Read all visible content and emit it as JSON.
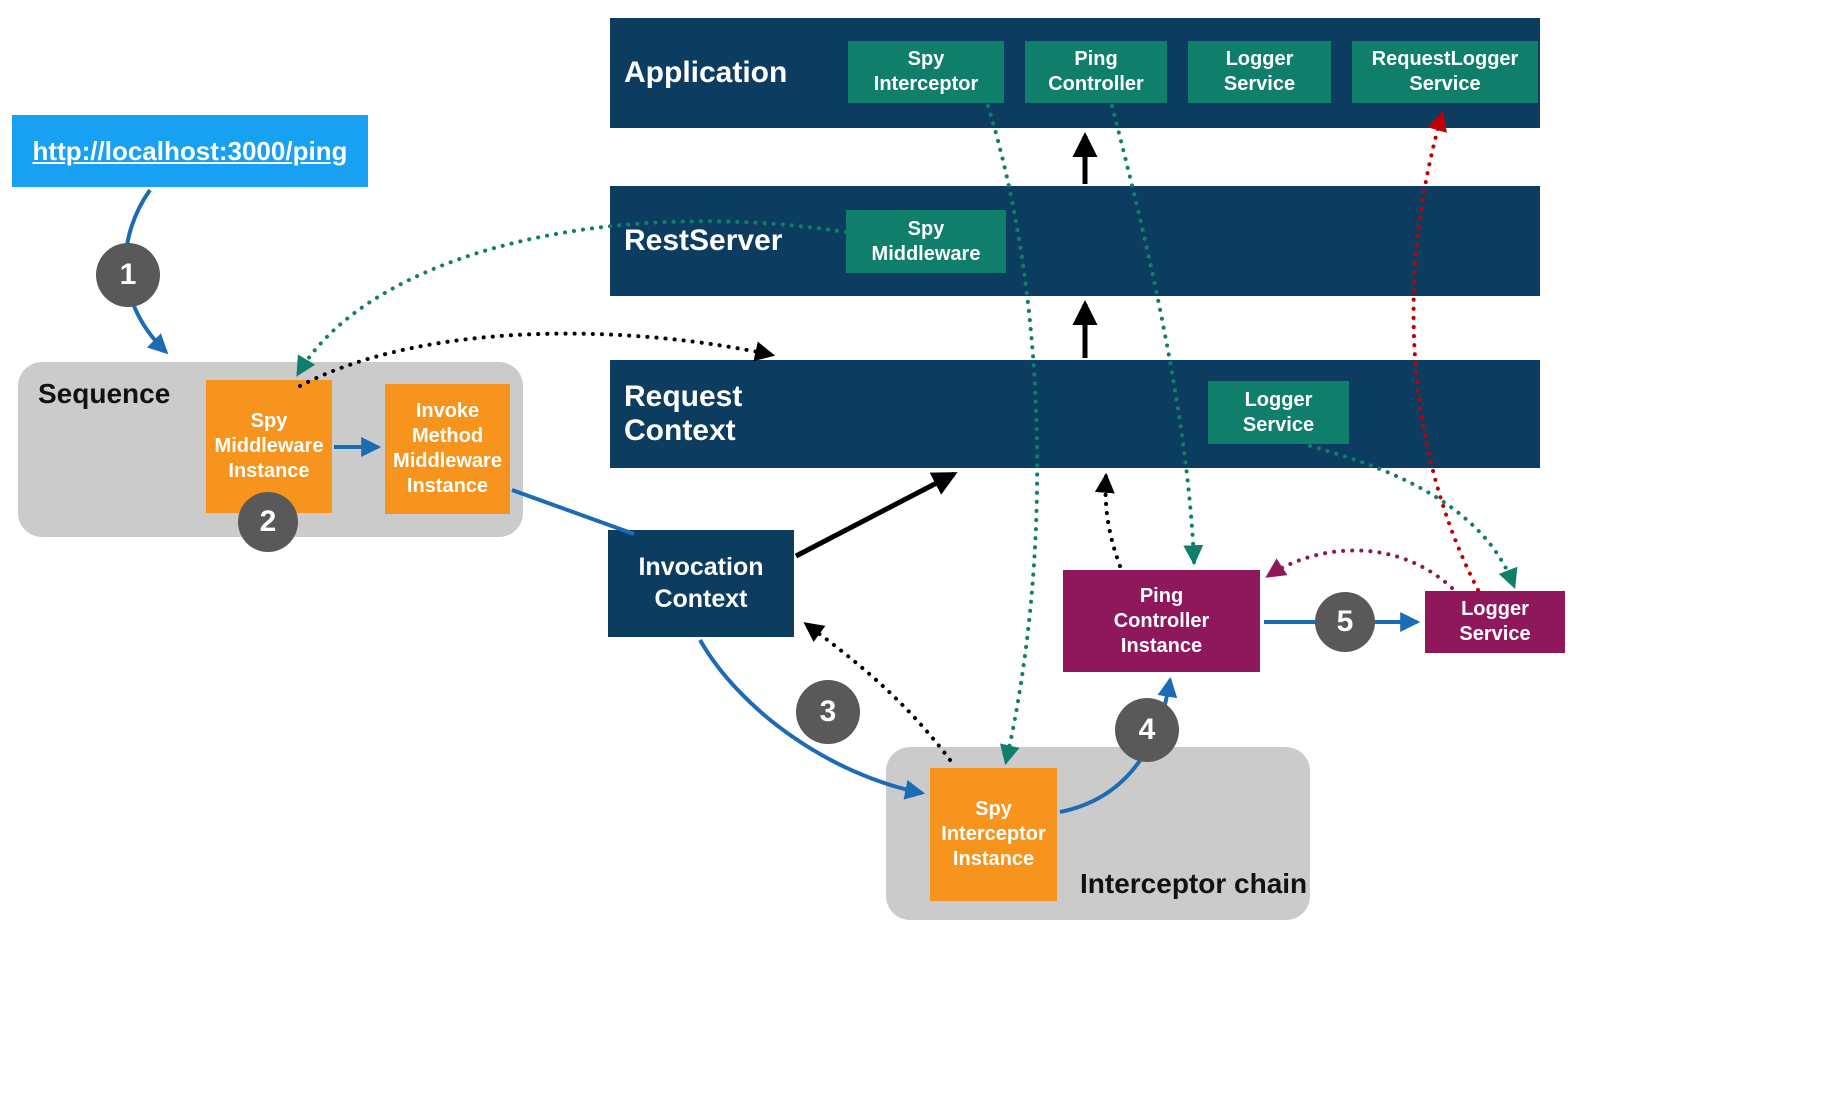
{
  "url_box": {
    "label": "http://localhost:3000/ping"
  },
  "steps": {
    "s1": "1",
    "s2": "2",
    "s3": "3",
    "s4": "4",
    "s5": "5"
  },
  "layers": {
    "application": {
      "label": "Application",
      "services": {
        "spy_interceptor": "Spy\nInterceptor",
        "ping_controller": "Ping\nController",
        "logger_service": "Logger\nService",
        "request_logger_service": "RequestLogger\nService"
      }
    },
    "rest_server": {
      "label": "RestServer",
      "services": {
        "spy_middleware": "Spy\nMiddleware"
      }
    },
    "request_context": {
      "label": "Request\nContext",
      "services": {
        "logger_service": "Logger\nService"
      }
    }
  },
  "sequence": {
    "label": "Sequence",
    "spy_middleware_instance": "Spy\nMiddleware\nInstance",
    "invoke_method_middleware_instance": "Invoke\nMethod\nMiddleware\nInstance"
  },
  "invocation_context": {
    "label": "Invocation\nContext"
  },
  "interceptor_chain": {
    "label": "Interceptor chain",
    "spy_interceptor_instance": "Spy\nInterceptor\nInstance"
  },
  "ping_controller_instance": {
    "label": "Ping\nController\nInstance"
  },
  "logger_service_instance": {
    "label": "Logger\nService"
  },
  "colors": {
    "navy": "#0d3c61",
    "teal": "#0f7f6c",
    "orange": "#f7941d",
    "maroon": "#8f175c",
    "gray_panel": "#cbcbcb",
    "step_circle": "#595959",
    "link_blue": "#18a1f3",
    "arrow_blue": "#1b6cb5",
    "arrow_black": "#000000",
    "arrow_teal": "#0f7f6c",
    "arrow_red": "#c00000",
    "arrow_maroon": "#8f175c"
  }
}
